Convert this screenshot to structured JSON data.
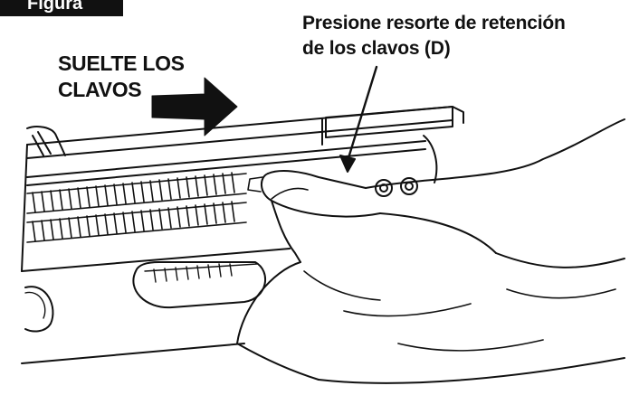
{
  "figure": {
    "label": "Figura"
  },
  "text": {
    "release_line1": "SUELTE LOS",
    "release_line2": "CLAVOS",
    "callout_line1": "Presione resorte de retención",
    "callout_line2": "de los clavos (D)"
  },
  "colors": {
    "ink": "#111111",
    "paper": "#ffffff"
  },
  "icons": {
    "direction": "arrow-right-icon",
    "pointer": "leader-arrow-icon"
  }
}
